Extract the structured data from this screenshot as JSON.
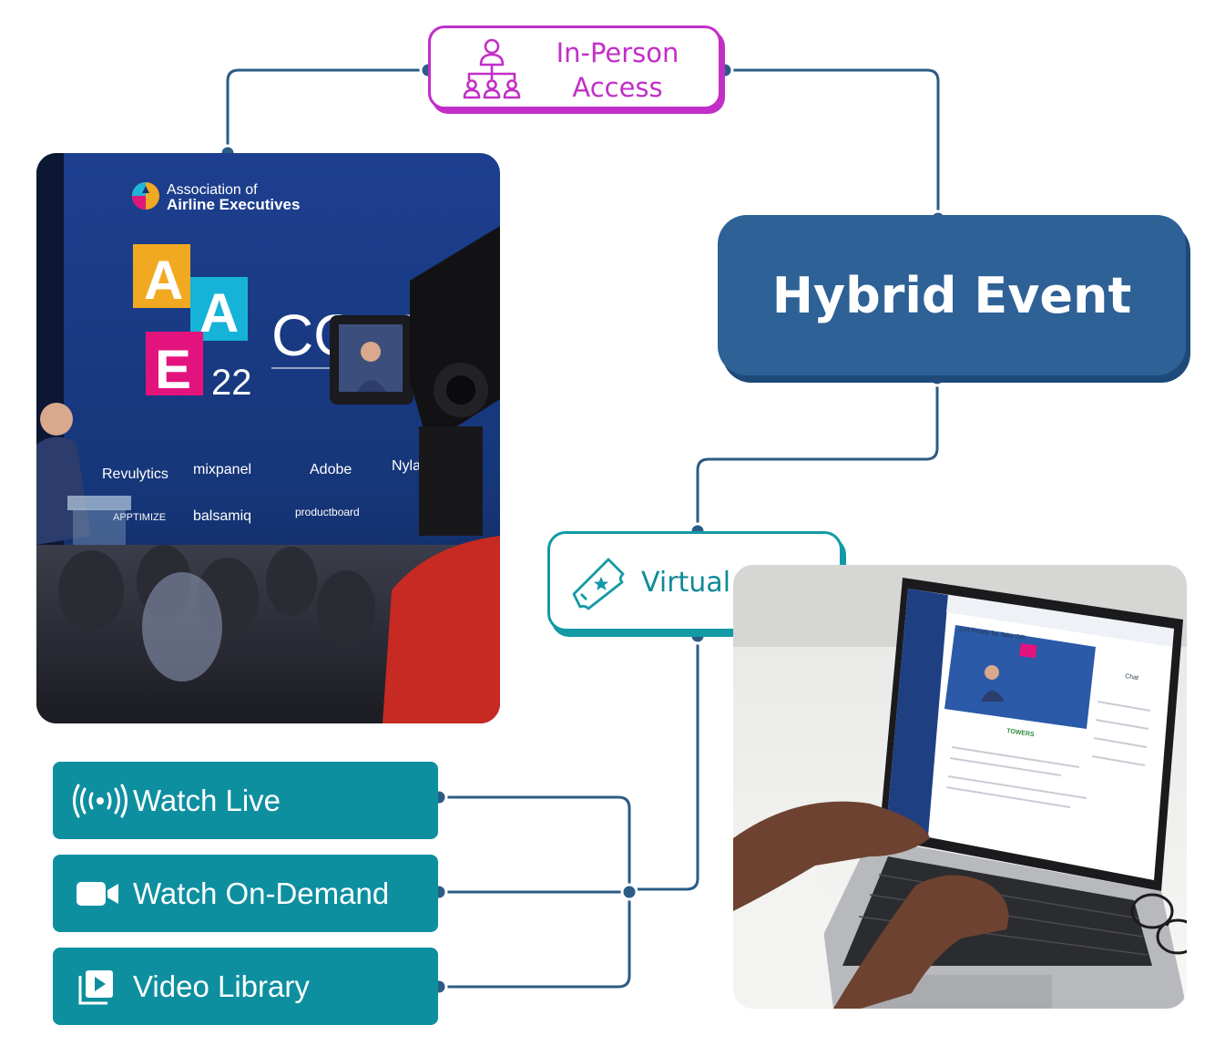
{
  "colors": {
    "in_person": "#c22fc7",
    "hybrid": "#2e6196",
    "virtual": "#139aa6",
    "option": "#0e8fa0",
    "connector": "#2b5c86"
  },
  "nodes": {
    "in_person": {
      "label": "In-Person\nAccess",
      "icon": "group-icon"
    },
    "hybrid": {
      "label": "Hybrid Event"
    },
    "virtual": {
      "label": "Virtual Access",
      "icon": "ticket-icon"
    }
  },
  "options": [
    {
      "label": "Watch Live",
      "icon": "broadcast-icon"
    },
    {
      "label": "Watch On-Demand",
      "icon": "video-camera-icon"
    },
    {
      "label": "Video Library",
      "icon": "video-library-icon"
    }
  ],
  "stage_photo": {
    "org_line1": "Association of",
    "org_line2": "Airline Executives",
    "letters": [
      "A",
      "A",
      "E"
    ],
    "year": "22",
    "conference": "CONFE",
    "sponsors": [
      "Revulytics",
      "mixpanel",
      "Adobe",
      "Nylas",
      "APPTIMIZE",
      "balsamiq",
      "productboard"
    ]
  },
  "laptop_screen": {
    "session_title": "Get Ready for Take Off!",
    "booth": "TOWERS",
    "tab": "Chat"
  }
}
